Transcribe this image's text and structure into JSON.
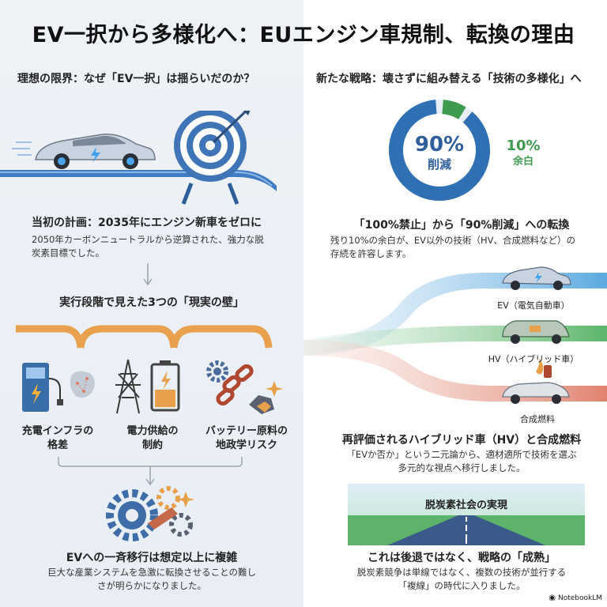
{
  "title": "EV一択から多様化へ：EUエンジン車規制、転換の理由",
  "left": {
    "heading": "理想の限界：なぜ「EV一択」は揺らいだのか？",
    "initial_plan": {
      "title": "当初の計画：2035年にエンジン新車をゼロに",
      "body": "2050年カーボンニュートラルから逆算された、強力な脱炭素目標でした。"
    },
    "walls_heading": "実行段階で見えた3つの「現実の壁」",
    "walls": [
      {
        "label_line1": "充電インフラの",
        "label_line2": "格差",
        "icon": "charging-station-icon"
      },
      {
        "label_line1": "電力供給の",
        "label_line2": "制約",
        "icon": "power-tower-icon"
      },
      {
        "label_line1": "バッテリー原料の",
        "label_line2": "地政学リスク",
        "icon": "chain-gear-icon"
      }
    ],
    "conclusion": {
      "title": "EVへの一斉移行は想定以上に複雑",
      "body_line1": "巨大な産業システムを急激に転換させることの難し",
      "body_line2": "さが明らかになりました。"
    }
  },
  "right": {
    "heading": "新たな戦略：壊さずに組み替える「技術の多様化」へ",
    "donut": {
      "main_value": "90%",
      "main_label": "削減",
      "side_value": "10%",
      "side_label": "余白",
      "fraction": 0.9
    },
    "shift": {
      "title": "「100%禁止」から「90%削減」への転換",
      "body": "残り10%の余白が、EV以外の技術（HV、合成燃料など）の存続を許容します。"
    },
    "paths": [
      {
        "label": "EV（電気自動車）",
        "color": "#5aa9e0"
      },
      {
        "label": "HV（ハイブリッド車）",
        "color": "#5bb56a"
      },
      {
        "label": "合成燃料",
        "color": "#e0826e"
      }
    ],
    "reeval": {
      "title": "再評価されるハイブリッド車（HV）と合成燃料",
      "body_line1": "「EVか否か」という二元論から、適材適所で技術を選ぶ",
      "body_line2": "多元的な視点へ移行しました。"
    },
    "road_label": "脱炭素社会の実現",
    "conclusion": {
      "title": "これは後退ではなく、戦略の「成熟」",
      "body_line1": "脱炭素競争は単線ではなく、複数の技術が並行する",
      "body_line2": "「複線」の時代に入りました。"
    }
  },
  "footer": "NotebookLM",
  "colors": {
    "blue": "#2f6fb3",
    "green": "#3d9a4f",
    "orange": "#e8a04a",
    "red": "#e07a64"
  }
}
